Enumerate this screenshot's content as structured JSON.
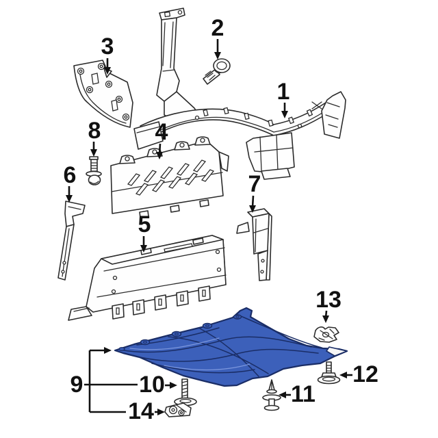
{
  "diagram": {
    "kind": "exploded-auto-parts-diagram",
    "highlighted_part_number": "9",
    "callouts": [
      {
        "num": "1"
      },
      {
        "num": "2"
      },
      {
        "num": "3"
      },
      {
        "num": "4"
      },
      {
        "num": "5"
      },
      {
        "num": "6"
      },
      {
        "num": "7"
      },
      {
        "num": "8"
      },
      {
        "num": "9"
      },
      {
        "num": "10"
      },
      {
        "num": "11"
      },
      {
        "num": "12"
      },
      {
        "num": "13"
      },
      {
        "num": "14"
      }
    ]
  },
  "colors": {
    "background": "#ffffff",
    "line": "#2b2b2b",
    "label": "#111111",
    "highlight": "#3c60ba",
    "highlight_dark": "#1a2d66",
    "highlight_light": "#7b96dd",
    "metal_fill": "#fefefe"
  }
}
